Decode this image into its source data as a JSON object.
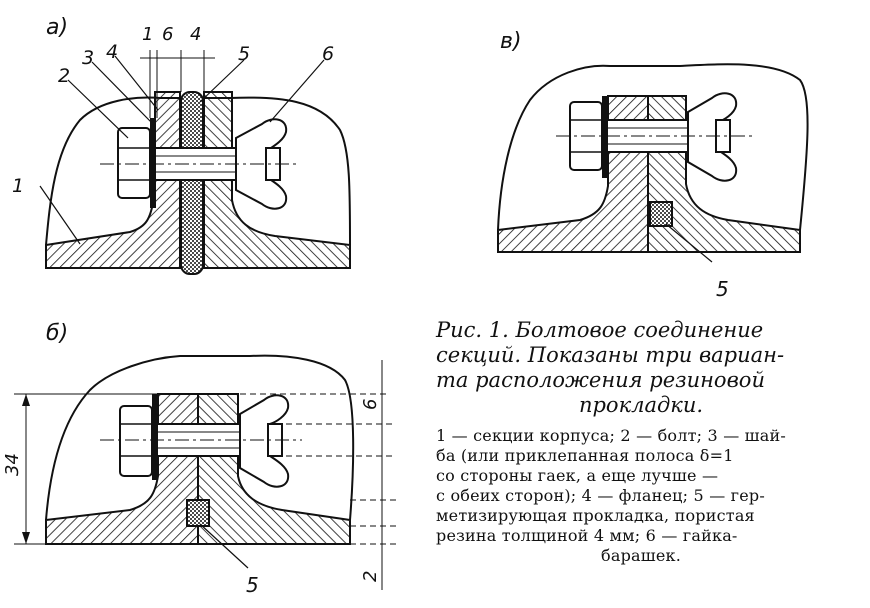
{
  "views": {
    "a": {
      "letter": "a)"
    },
    "v": {
      "letter": "в)"
    },
    "b": {
      "letter": "б)"
    }
  },
  "callouts": {
    "housing": "1",
    "bolt": "2",
    "washer": "3",
    "flange": "4",
    "gasket": "5",
    "wing_nut": "6"
  },
  "dimensions": {
    "top_1": "1",
    "top_6": "6",
    "top_4": "4",
    "height_34": "34",
    "right_6": "6",
    "right_2": "2"
  },
  "caption": {
    "title_lines": [
      "Рис. 1. Болтовое соединение",
      "секций. Показаны три вариан-",
      "та расположения резиновой",
      "прокладки."
    ],
    "legend_lines": [
      "1 — секции корпуса; 2 — болт; 3 — шай-",
      "ба (или приклепанная полоса δ=1",
      "со стороны гаек, а еще лучше —",
      "с обеих сторон); 4 — фланец; 5 — гер-",
      "метизирующая прокладка, пористая",
      "резина толщиной 4 мм; 6 — гайка-",
      "барашек."
    ]
  }
}
